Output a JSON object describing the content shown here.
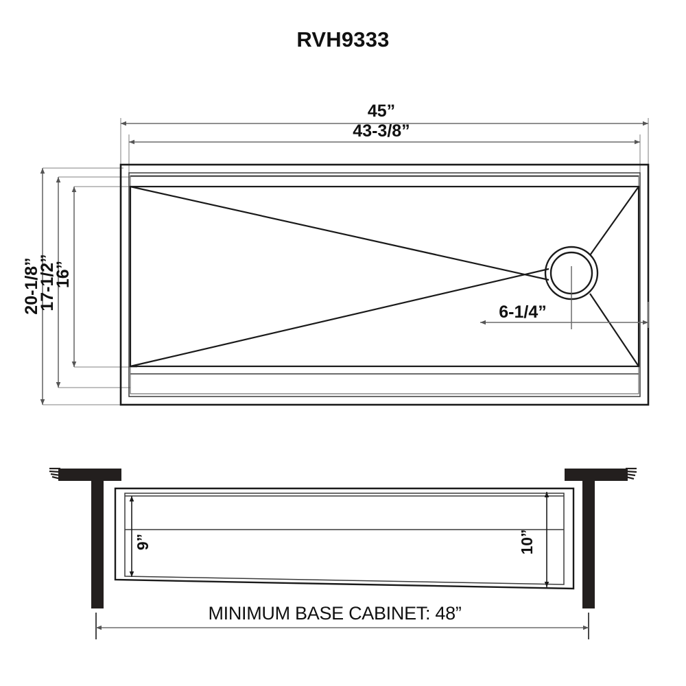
{
  "document": {
    "title": "RVH9333",
    "type": "technical-dimension-drawing",
    "product": "undermount kitchen sink",
    "units": "inches"
  },
  "top_view": {
    "label": "top-view",
    "dimensions": {
      "overall_width": "45”",
      "inner_width": "43-3/8”",
      "overall_depth": "20-1/8”",
      "inner_depth": "17-1/2”",
      "basin_depth": "16”",
      "drain_offset": "6-1/4”"
    }
  },
  "section_view": {
    "label": "front-section-view",
    "dimensions": {
      "left_depth": "9”",
      "right_depth": "10”"
    },
    "caption": "MINIMUM BASE CABINET: 48”"
  },
  "colors": {
    "line": "#1a1a1a",
    "dim_line": "#6b6b6b",
    "counter": "#231f1e",
    "background": "#ffffff",
    "text": "#111111"
  }
}
